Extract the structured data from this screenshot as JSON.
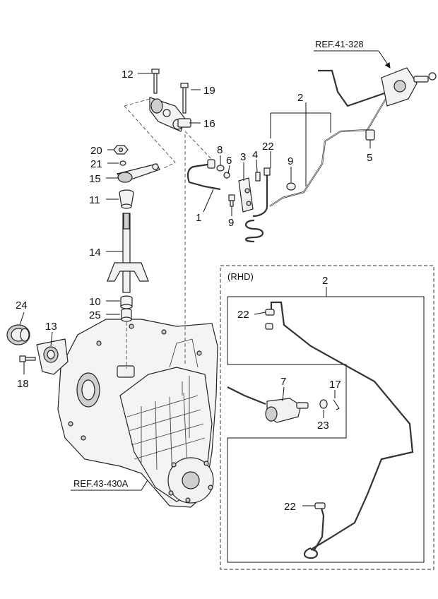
{
  "refs": {
    "top_right": "REF.41-328",
    "bottom_left": "REF.43-430A"
  },
  "inset": {
    "label": "(RHD)"
  },
  "callouts": {
    "c12": "12",
    "c19": "19",
    "c2_top": "2",
    "c16": "16",
    "c20": "20",
    "c8": "8",
    "c6": "6",
    "c3": "3",
    "c22_top": "22",
    "c4": "4",
    "c9_right": "9",
    "c5": "5",
    "c21": "21",
    "c15": "15",
    "c11": "11",
    "c1": "1",
    "c9_left": "9",
    "c14": "14",
    "c10": "10",
    "c25": "25",
    "c24": "24",
    "c13": "13",
    "c18": "18",
    "c2_rhd": "2",
    "c22_rhd_top": "22",
    "c7": "7",
    "c17": "17",
    "c23": "23",
    "c22_rhd_bottom": "22"
  }
}
